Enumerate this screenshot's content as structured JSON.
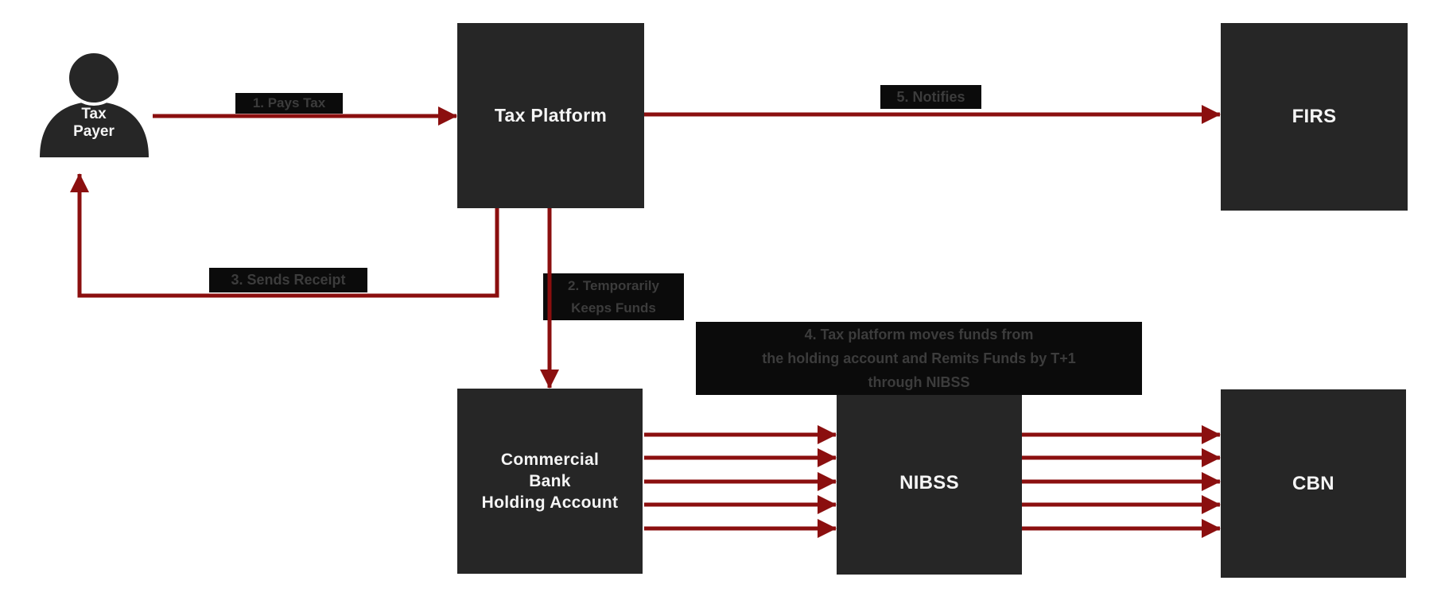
{
  "diagram": {
    "nodes": {
      "tax_payer": {
        "label": "Tax\nPayer"
      },
      "tax_platform": {
        "label": "Tax Platform"
      },
      "firs": {
        "label": "FIRS"
      },
      "commercial_bank": {
        "label": "Commercial\nBank\nHolding Account"
      },
      "nibss": {
        "label": "NIBSS"
      },
      "cbn": {
        "label": "CBN"
      }
    },
    "edge_labels": {
      "pays_tax": {
        "label": "1. Pays Tax"
      },
      "keeps_funds": {
        "label": "2. Temporarily\nKeeps Funds"
      },
      "sends_receipt": {
        "label": "3. Sends Receipt"
      },
      "remits_funds": {
        "label": "4. Tax platform moves funds from\nthe holding account and Remits Funds by T+1\nthrough NIBSS"
      },
      "notifies": {
        "label": "5. Notifies"
      }
    },
    "colors": {
      "arrow": "#8b0f0f",
      "node_fill": "#262626",
      "node_text": "#f5f5f5",
      "label_bg": "#0b0b0b",
      "label_text": "#3c3c3c",
      "background": "#ffffff"
    }
  }
}
